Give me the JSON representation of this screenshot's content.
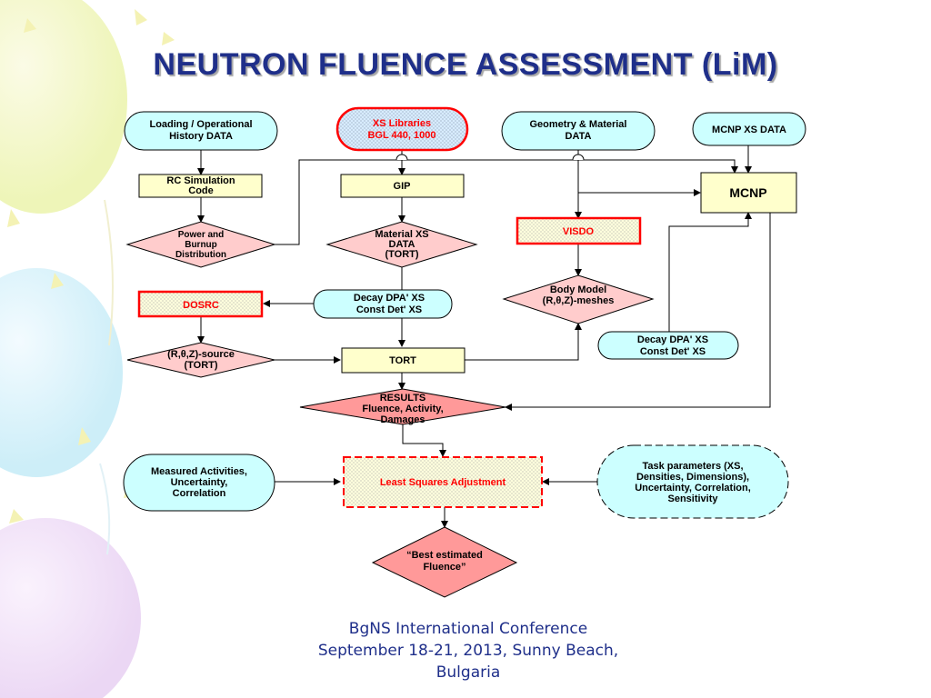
{
  "slide": {
    "title": "NEUTRON FLUENCE ASSESSMENT (LiM)",
    "footer": [
      "BgNS International Conference",
      "September 18-21, 2013, Sunny Beach,",
      "Bulgaria"
    ]
  },
  "colors": {
    "title": "#1f2f8a",
    "input_fill": "#ccffff",
    "process_fill": "#ffffcc",
    "data_fill": "#ffcccc",
    "result_fill": "#ff9999",
    "highlight_border": "#ff0000",
    "highlight_text": "#ff0000"
  },
  "flowchart": {
    "loading": [
      "Loading / Operational",
      "History DATA"
    ],
    "xs_libraries": [
      "XS Libraries",
      "BGL 440, 1000"
    ],
    "geometry": [
      "Geometry & Material",
      "DATA"
    ],
    "mcnp_xs": [
      "MCNP XS DATA"
    ],
    "rc_sim": [
      "RC Simulation",
      "Code"
    ],
    "gip": [
      "GIP"
    ],
    "mcnp": [
      "MCNP"
    ],
    "power": [
      "Power and",
      "Burnup",
      "Distribution"
    ],
    "material_xs": [
      "Material XS",
      "DATA",
      "(TORT)"
    ],
    "visdo": [
      "VISDO"
    ],
    "dosrc": [
      "DOSRC"
    ],
    "decay1": [
      "Decay  DPA' XS",
      "Const  Det' XS"
    ],
    "body_model": [
      "Body Model",
      "(R,θ,Z)-meshes"
    ],
    "decay2": [
      "Decay  DPA' XS",
      "Const  Det' XS"
    ],
    "source": [
      "(R,θ,Z)-source",
      "(TORT)"
    ],
    "tort": [
      "TORT"
    ],
    "results": [
      "RESULTS",
      "Fluence, Activity,",
      "Damages"
    ],
    "measured": [
      "Measured  Activities,",
      "Uncertainty,",
      "Correlation"
    ],
    "lsa": [
      "Least Squares Adjustment"
    ],
    "task": [
      "Task parameters (XS,",
      "Densities, Dimensions),",
      "Uncertainty, Correlation,",
      "Sensitivity"
    ],
    "best": [
      "“Best estimated",
      "Fluence”"
    ]
  }
}
